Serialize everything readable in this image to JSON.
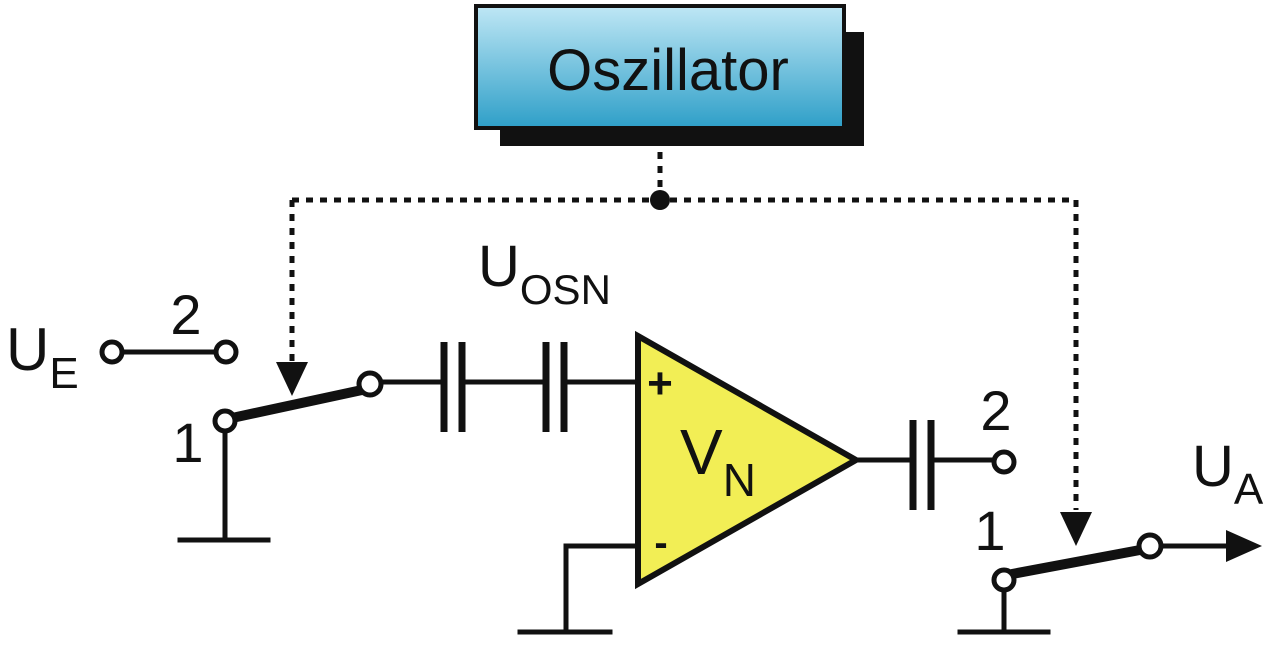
{
  "diagram": {
    "oscillator_label": "Oszillator",
    "input": {
      "symbol": "U",
      "subscript": "E"
    },
    "input_switch": {
      "pos_upper": "2",
      "pos_lower": "1"
    },
    "offset_capacitor": {
      "symbol": "U",
      "subscript": "OSN"
    },
    "amplifier": {
      "symbol": "V",
      "subscript": "N",
      "plus": "+",
      "minus": "-"
    },
    "output_switch": {
      "pos_upper": "2",
      "pos_lower": "1"
    },
    "output": {
      "symbol": "U",
      "subscript": "A"
    }
  },
  "colors": {
    "oscillator_fill_top": "#bfe7f5",
    "oscillator_fill_bottom": "#2e9fc8",
    "amplifier_fill": "#f2ee55",
    "wire": "#111111"
  }
}
